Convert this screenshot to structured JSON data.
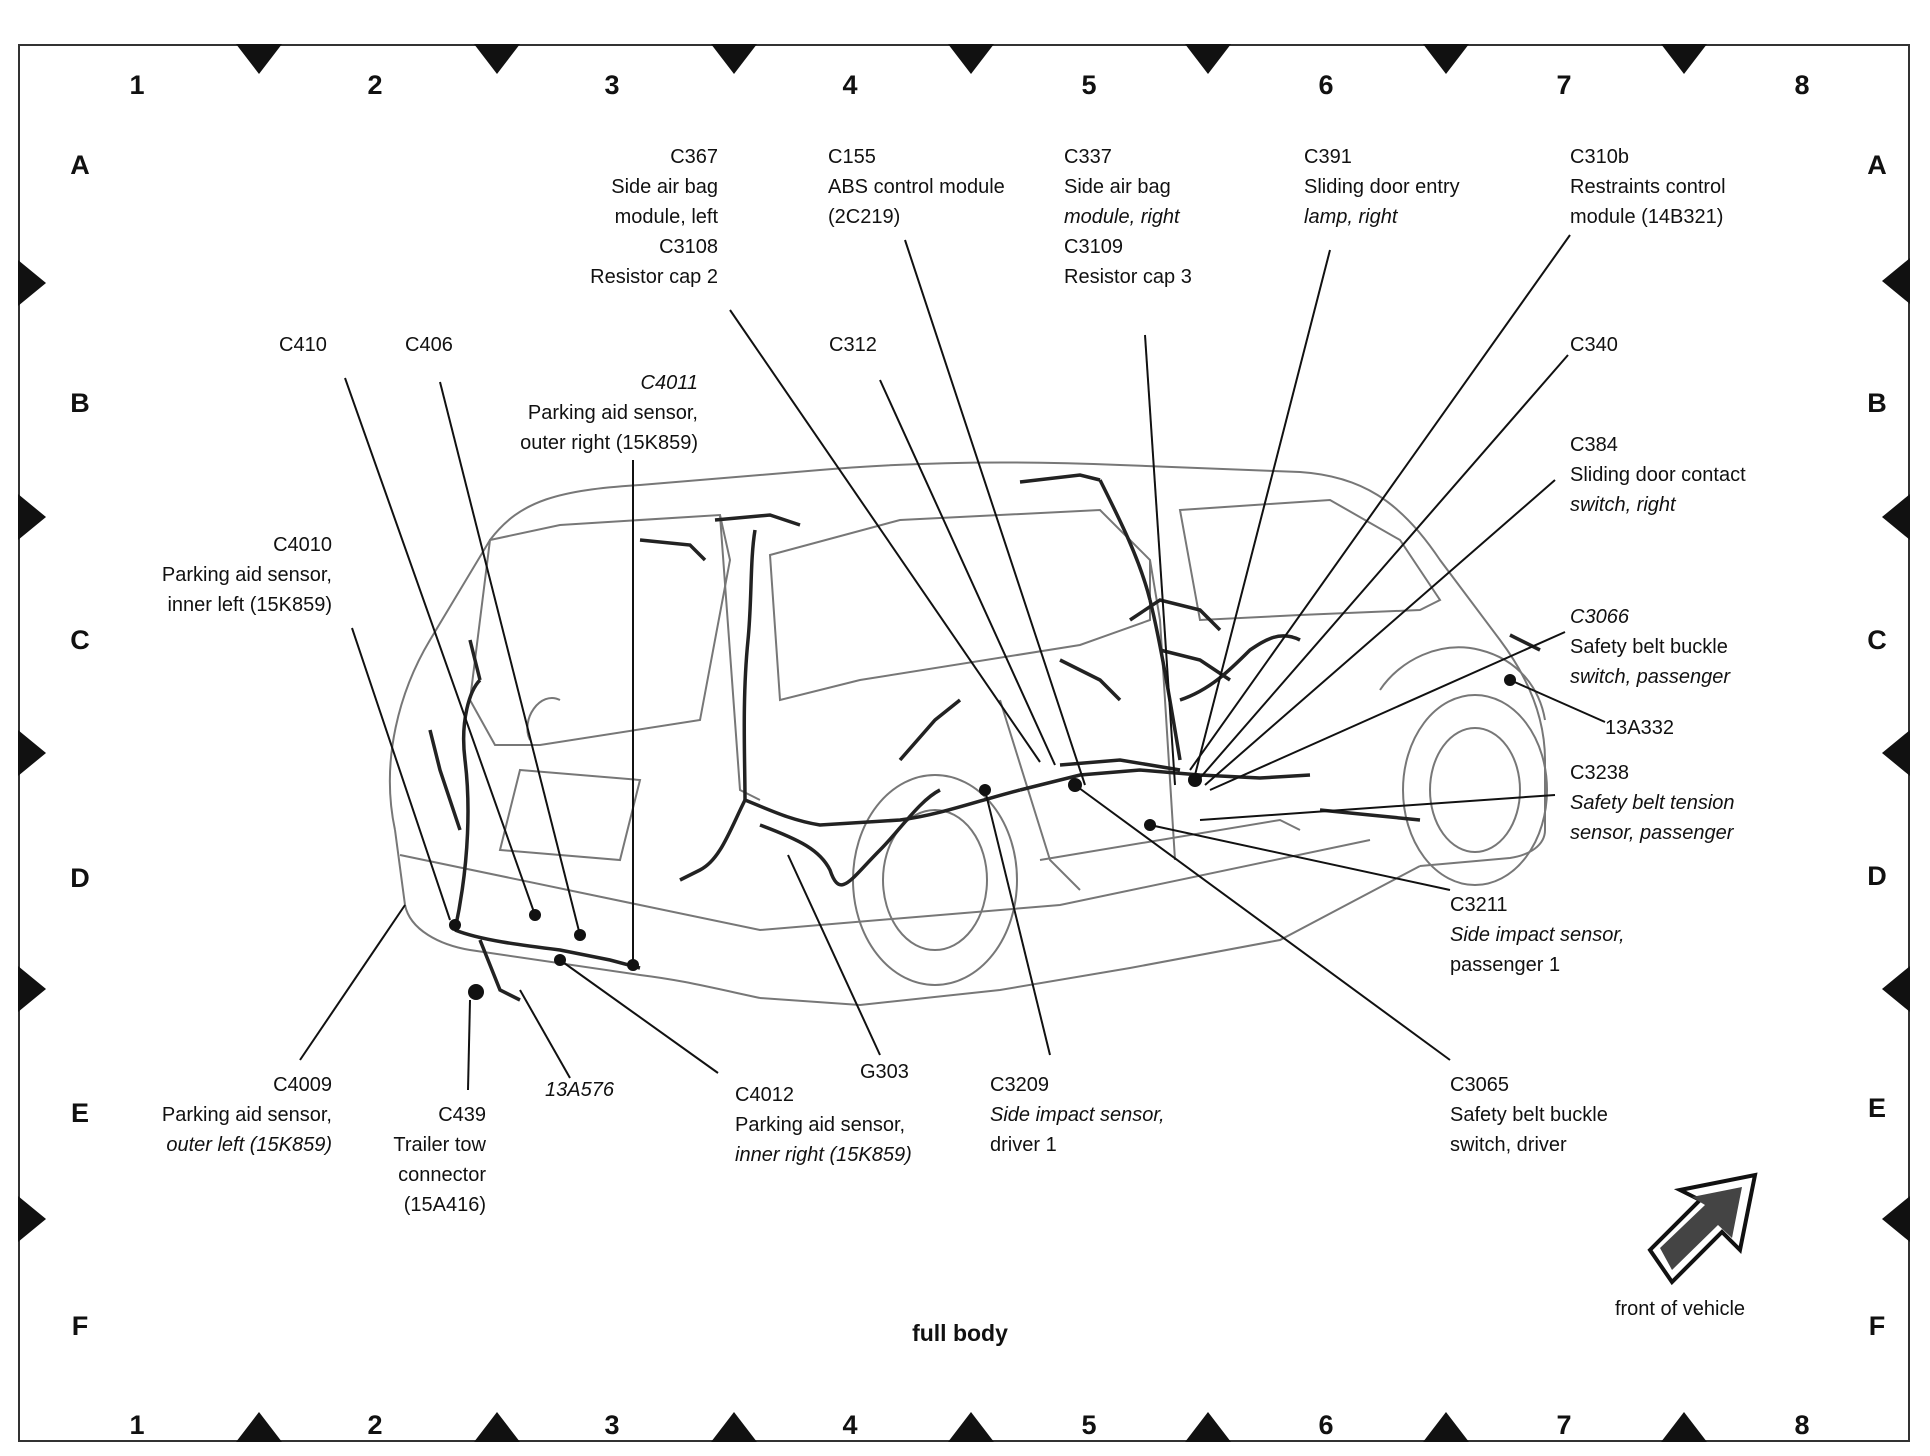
{
  "grid": {
    "columns": [
      "1",
      "2",
      "3",
      "4",
      "5",
      "6",
      "7",
      "8"
    ],
    "rows": [
      "A",
      "B",
      "C",
      "D",
      "E",
      "F"
    ]
  },
  "title": "full body",
  "front_label": "front of vehicle",
  "callouts": {
    "c367": [
      "C367",
      "Side air bag",
      "module, left",
      "C3108",
      "Resistor cap 2"
    ],
    "c155": [
      "C155",
      "ABS control module",
      "(2C219)"
    ],
    "c337": [
      "C337",
      "Side air bag",
      "module, right",
      "C3109",
      "Resistor cap 3"
    ],
    "c391": [
      "C391",
      "Sliding door entry",
      "lamp, right"
    ],
    "c310b": [
      "C310b",
      "Restraints control",
      "module (14B321)"
    ],
    "c410": [
      "C410"
    ],
    "c406": [
      "C406"
    ],
    "c4011": [
      "C4011",
      "Parking aid sensor,",
      "outer right (15K859)"
    ],
    "c312": [
      "C312"
    ],
    "c340": [
      "C340"
    ],
    "c384": [
      "C384",
      "Sliding door contact",
      "switch, right"
    ],
    "c4010": [
      "C4010",
      "Parking aid sensor,",
      "inner left (15K859)"
    ],
    "c3066": [
      "C3066",
      "Safety belt buckle",
      "switch, passenger"
    ],
    "a13a332": [
      "13A332"
    ],
    "c3238": [
      "C3238",
      "Safety belt tension",
      "sensor, passenger"
    ],
    "c3211": [
      "C3211",
      "Side impact sensor,",
      "passenger 1"
    ],
    "c4009": [
      "C4009",
      "Parking aid sensor,",
      "outer left (15K859)"
    ],
    "c439": [
      "C439",
      "Trailer tow",
      "connector",
      "(15A416)"
    ],
    "a13a576": [
      "13A576"
    ],
    "c4012": [
      "C4012",
      "Parking aid sensor,",
      "inner right (15K859)"
    ],
    "g303": [
      "G303"
    ],
    "c3209": [
      "C3209",
      "Side impact sensor,",
      "driver 1"
    ],
    "c3065": [
      "C3065",
      "Safety belt buckle",
      "switch, driver"
    ]
  }
}
